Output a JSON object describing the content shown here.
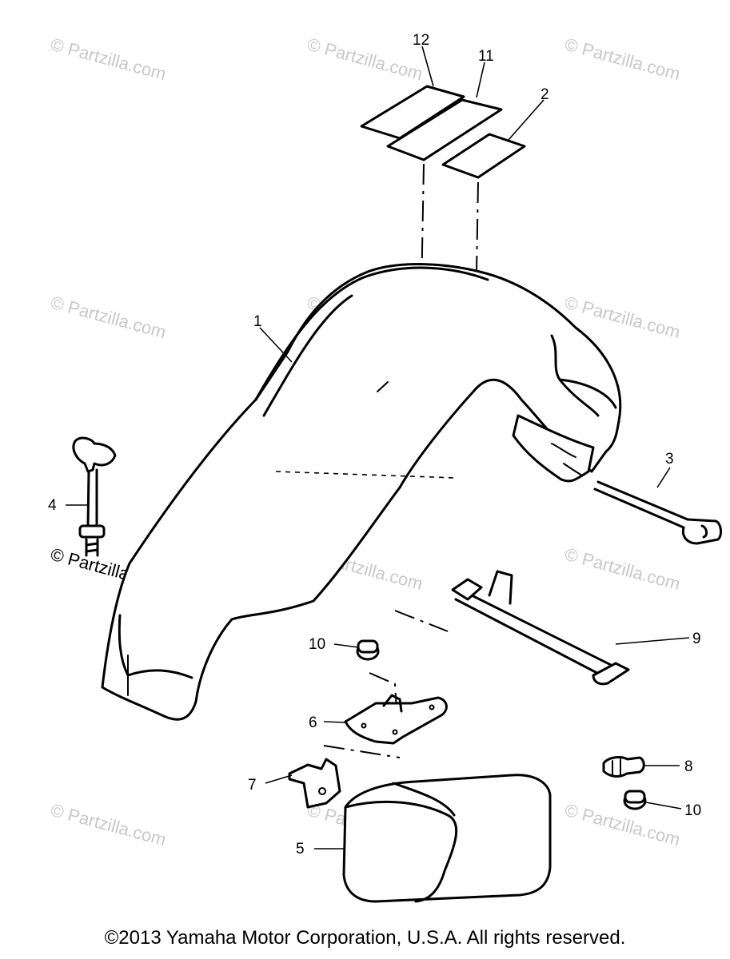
{
  "watermark": "© Partzilla.com",
  "copyright": "©2013 Yamaha Motor Corporation, U.S.A. All rights reserved.",
  "callouts": {
    "c1": "1",
    "c2": "2",
    "c3": "3",
    "c4": "4",
    "c5": "5",
    "c6": "6",
    "c7": "7",
    "c8": "8",
    "c9": "9",
    "c10a": "10",
    "c10b": "10",
    "c11": "11",
    "c12": "12"
  }
}
